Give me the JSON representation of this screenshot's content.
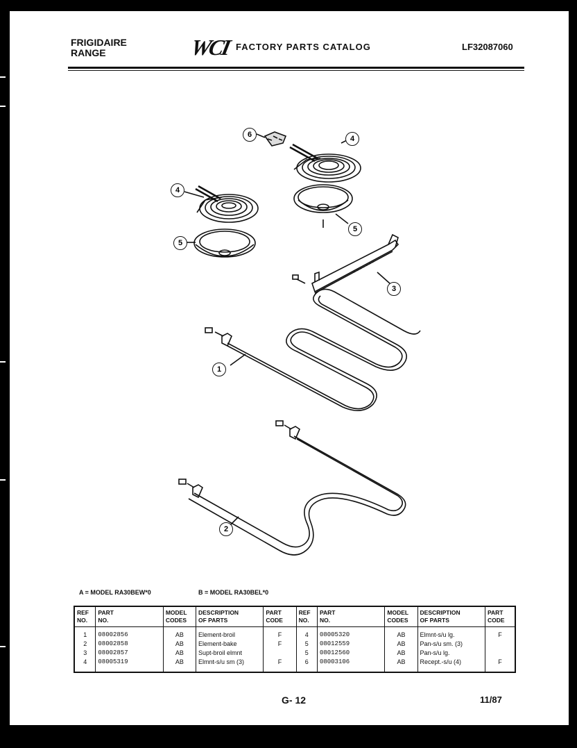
{
  "header": {
    "brand_line1": "FRIGIDAIRE",
    "brand_line2": "RANGE",
    "logo_text": "WCI",
    "catalog_title": "FACTORY PARTS CATALOG",
    "model_number": "LF32087060"
  },
  "diagram": {
    "callouts": [
      "6",
      "4",
      "4",
      "5",
      "5",
      "3",
      "1",
      "2"
    ]
  },
  "legend": {
    "a": "A  =  MODEL RA30BEW*0",
    "b": "B  =  MODEL RA30BEL*0"
  },
  "table": {
    "headers": {
      "ref_no": [
        "REF",
        "NO."
      ],
      "part_no": [
        "PART",
        "NO."
      ],
      "model_codes": [
        "MODEL",
        "CODES"
      ],
      "description": [
        "DESCRIPTION",
        "OF PARTS"
      ],
      "part_code": [
        "PART",
        "CODE"
      ]
    },
    "left_rows": [
      {
        "ref": "1",
        "part": "08002856",
        "codes": "AB",
        "desc": "Element-broil",
        "code": "F"
      },
      {
        "ref": "2",
        "part": "08002858",
        "codes": "AB",
        "desc": "Element-bake",
        "code": "F"
      },
      {
        "ref": "3",
        "part": "08002857",
        "codes": "AB",
        "desc": "Supt-broil elmnt",
        "code": ""
      },
      {
        "ref": "4",
        "part": "08005319",
        "codes": "AB",
        "desc": "Elmnt-s/u sm (3)",
        "code": "F"
      }
    ],
    "right_rows": [
      {
        "ref": "4",
        "part": "08005320",
        "codes": "AB",
        "desc": "Elmnt-s/u lg.",
        "code": "F"
      },
      {
        "ref": "5",
        "part": "08012559",
        "codes": "AB",
        "desc": "Pan-s/u sm. (3)",
        "code": ""
      },
      {
        "ref": "5",
        "part": "08012560",
        "codes": "AB",
        "desc": "Pan-s/u lg.",
        "code": ""
      },
      {
        "ref": "6",
        "part": "08003106",
        "codes": "AB",
        "desc": "Recept.-s/u (4)",
        "code": "F"
      }
    ]
  },
  "footer": {
    "page": "G- 12",
    "date": "11/87"
  }
}
